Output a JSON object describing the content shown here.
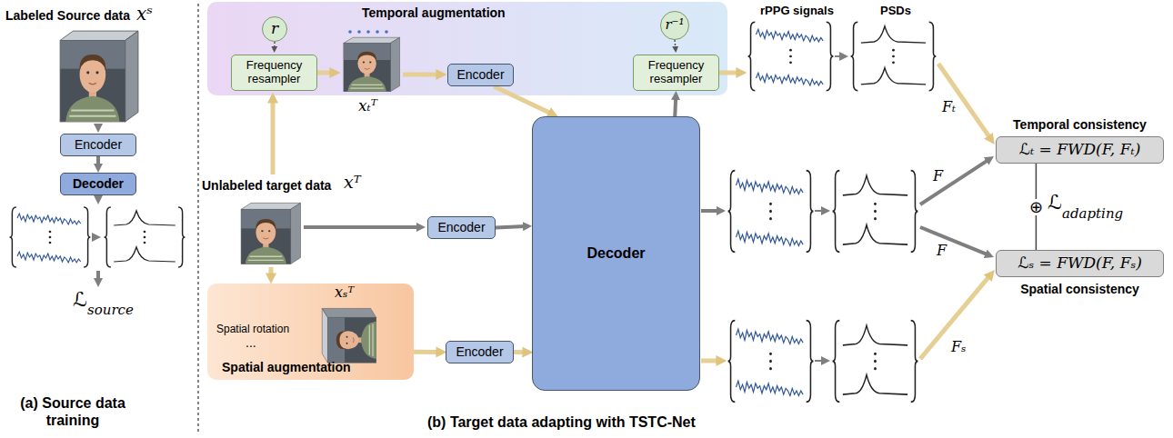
{
  "diagram": {
    "nodes": [
      {
        "text": [
          "Encoder"
        ]
      },
      {
        "text": [
          "Decoder"
        ]
      },
      {
        "text": [
          "Temporal augmentation"
        ]
      },
      {
        "text": [
          "r"
        ],
        "in": 2
      },
      {
        "text": [
          "Frequency resampler"
        ],
        "in": 2
      },
      {
        "text": [
          "Encoder"
        ],
        "in": 2
      },
      {
        "text": [
          "r⁻¹"
        ],
        "in": 2
      },
      {
        "text": [
          "Frequency resampler"
        ],
        "in": 2
      },
      {
        "text": [
          "Encoder"
        ]
      },
      {
        "text": [
          "Spatial augmentation",
          "Spatial rotation",
          "..."
        ]
      },
      {
        "text": [
          "Encoder"
        ]
      },
      {
        "text": [
          "Decoder"
        ]
      },
      {
        "text": [
          "ℒₜ = FWD(F, Fₜ)",
          "Temporal consistency"
        ]
      },
      {
        "text": [
          "ℒₛ = FWD(F, Fₛ)",
          "Spatial consistency"
        ]
      }
    ],
    "edges": [
      {
        "from": 0,
        "to": 1,
        "arrow": "to"
      },
      {
        "from": 3,
        "to": 4,
        "arrow": "to"
      },
      {
        "from": 5,
        "to": 11,
        "arrow": "to"
      },
      {
        "from": 11,
        "to": 7,
        "arrow": "to"
      },
      {
        "from": 6,
        "to": 7,
        "arrow": "to"
      },
      {
        "from": 8,
        "to": 11,
        "arrow": "to"
      },
      {
        "from": 9,
        "to": 10,
        "arrow": "to"
      },
      {
        "from": 10,
        "to": 11,
        "arrow": "to"
      },
      {
        "from": 12,
        "to": 13,
        "label": "⊕",
        "arrow": "none"
      }
    ],
    "labels": [
      "Labeled Source data",
      "xˢ",
      "ℒ",
      "source",
      "(a) Source data training",
      "xₜᵀ",
      "rPPG signals",
      "PSDs",
      "Unlabeled target data",
      "xᵀ",
      "xₛᵀ",
      "Fₜ",
      "F",
      "F",
      "Fₛ",
      "ℒ",
      "adapting",
      "(b) Target data adapting with TSTC-Net"
    ]
  }
}
